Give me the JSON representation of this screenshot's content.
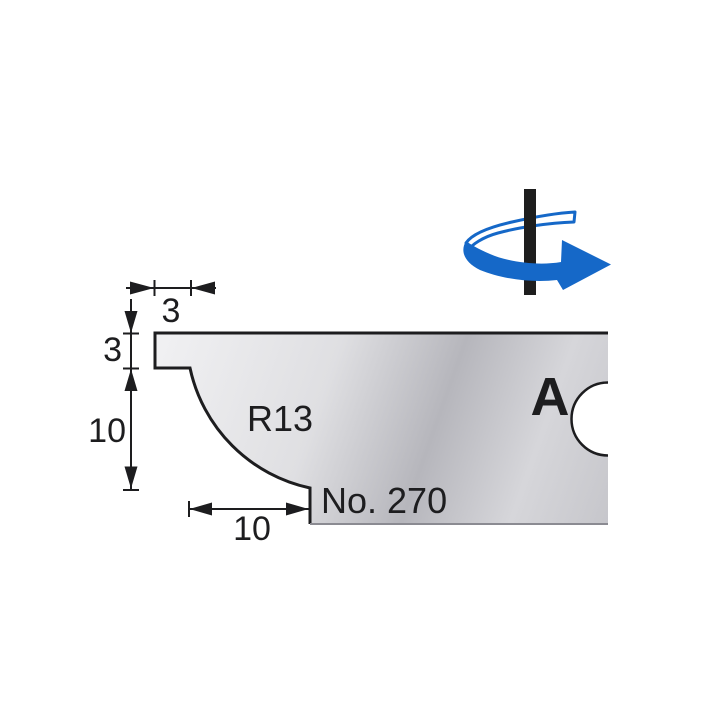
{
  "diagram": {
    "profile_letter": "A",
    "part_number": "No. 270",
    "radius_label": "R13",
    "dimensions": {
      "step_width": "3",
      "step_height": "3",
      "cove_depth": "10",
      "cove_width": "10"
    },
    "icons": {
      "rotation_arrow": "rotation-direction-arrow",
      "spindle_bar": "spindle-axis-bar"
    },
    "colors": {
      "arrow_blue": "#1568c8",
      "spindle_black": "#1e1e1e",
      "line_black": "#1d1d1f",
      "blade_light": "#f1f1f3",
      "blade_mid": "#b6b6bc",
      "blade_edge_gray": "#8b8b92",
      "background": "#ffffff"
    }
  }
}
